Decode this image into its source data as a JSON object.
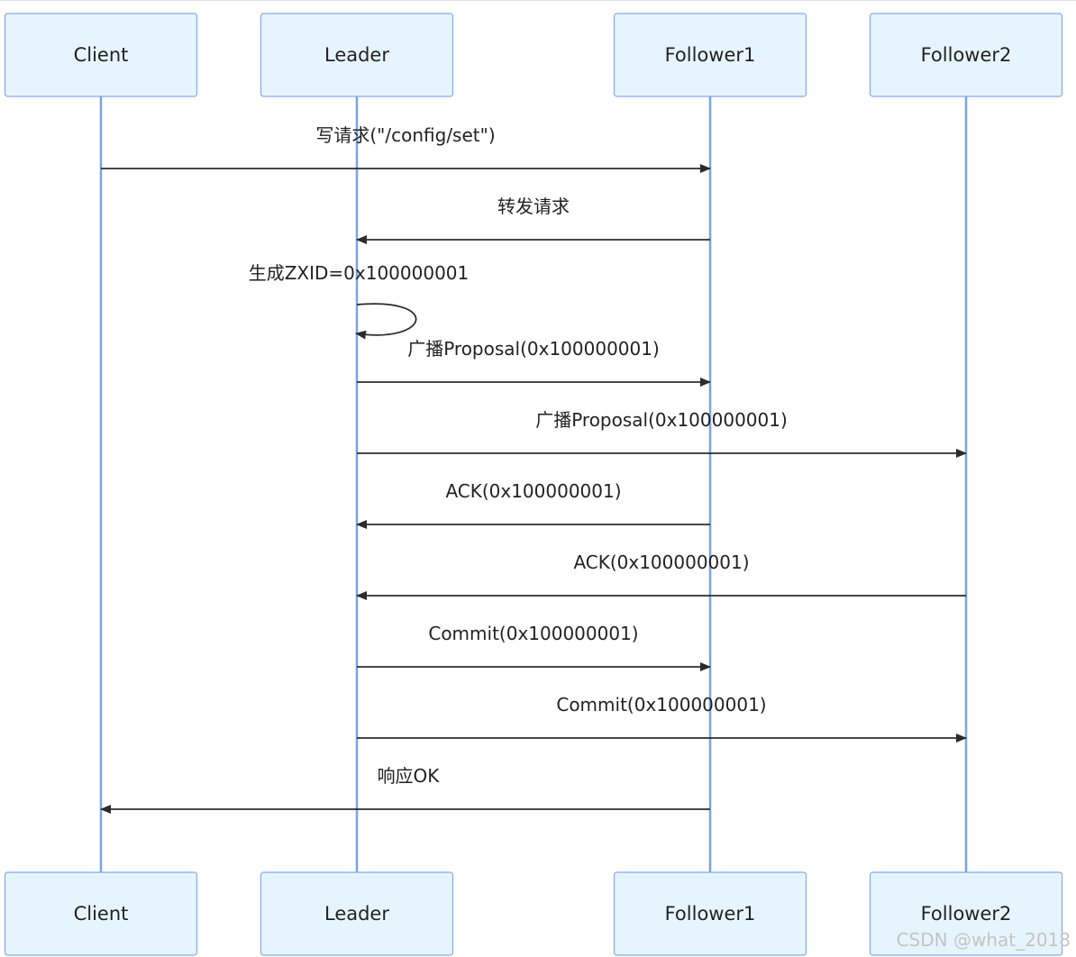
{
  "diagram_type": "sequence",
  "actors": [
    {
      "id": "client",
      "label": "Client"
    },
    {
      "id": "leader",
      "label": "Leader"
    },
    {
      "id": "follower1",
      "label": "Follower1"
    },
    {
      "id": "follower2",
      "label": "Follower2"
    }
  ],
  "messages": [
    {
      "from": "client",
      "to": "follower1",
      "label": "写请求(\"/config/set\")"
    },
    {
      "from": "follower1",
      "to": "leader",
      "label": "转发请求"
    },
    {
      "from": "leader",
      "to": "leader",
      "label": "生成ZXID=0x100000001"
    },
    {
      "from": "leader",
      "to": "follower1",
      "label": "广播Proposal(0x100000001)"
    },
    {
      "from": "leader",
      "to": "follower2",
      "label": "广播Proposal(0x100000001)"
    },
    {
      "from": "follower1",
      "to": "leader",
      "label": "ACK(0x100000001)"
    },
    {
      "from": "follower2",
      "to": "leader",
      "label": "ACK(0x100000001)"
    },
    {
      "from": "leader",
      "to": "follower1",
      "label": "Commit(0x100000001)"
    },
    {
      "from": "leader",
      "to": "follower2",
      "label": "Commit(0x100000001)"
    },
    {
      "from": "follower1",
      "to": "client",
      "label": "响应OK"
    }
  ],
  "watermark": "CSDN @what_2018",
  "colors": {
    "actor_fill": "#e6f5fd",
    "actor_border": "#87a7e6",
    "lifeline": "#7aa2ec",
    "message": "#2b2b2b",
    "text": "#222222",
    "watermark": "#c4c4c4"
  }
}
